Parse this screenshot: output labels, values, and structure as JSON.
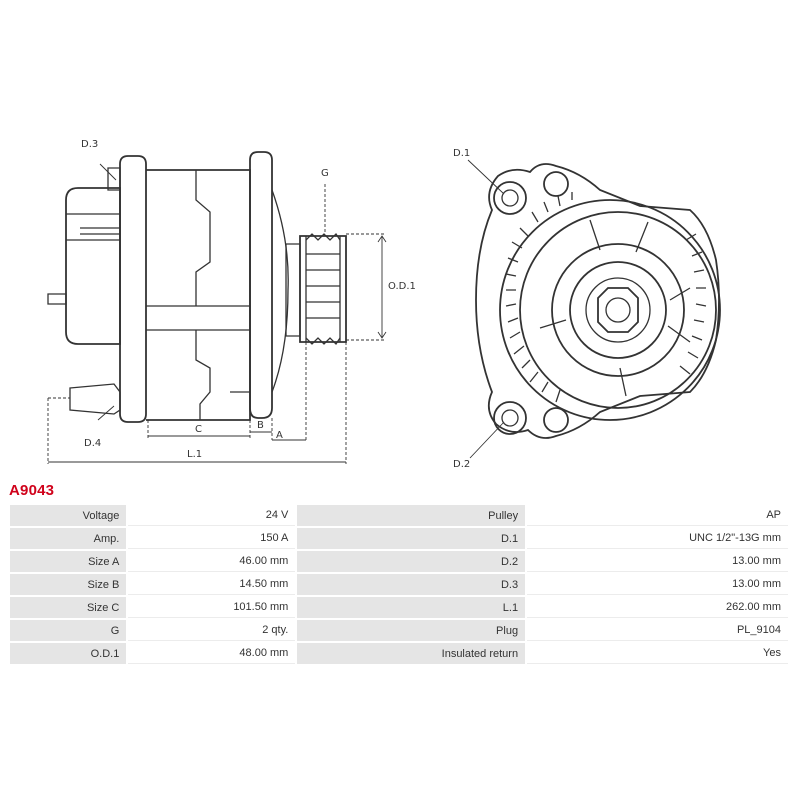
{
  "drawing_labels": {
    "d3": "D.3",
    "d4": "D.4",
    "g": "G",
    "od1": "O.D.1",
    "c": "C",
    "b": "B",
    "a": "A",
    "l1": "L.1",
    "d1": "D.1",
    "d2": "D.2"
  },
  "part_number": "A9043",
  "specs": [
    {
      "label1": "Voltage",
      "value1": "24 V",
      "label2": "Pulley",
      "value2": "AP"
    },
    {
      "label1": "Amp.",
      "value1": "150 A",
      "label2": "D.1",
      "value2": "UNC 1/2\"-13G mm"
    },
    {
      "label1": "Size A",
      "value1": "46.00 mm",
      "label2": "D.2",
      "value2": "13.00 mm"
    },
    {
      "label1": "Size B",
      "value1": "14.50 mm",
      "label2": "D.3",
      "value2": "13.00 mm"
    },
    {
      "label1": "Size C",
      "value1": "101.50 mm",
      "label2": "L.1",
      "value2": "262.00 mm"
    },
    {
      "label1": "G",
      "value1": "2 qty.",
      "label2": "Plug",
      "value2": "PL_9104"
    },
    {
      "label1": "O.D.1",
      "value1": "48.00 mm",
      "label2": "Insulated return",
      "value2": "Yes"
    }
  ]
}
